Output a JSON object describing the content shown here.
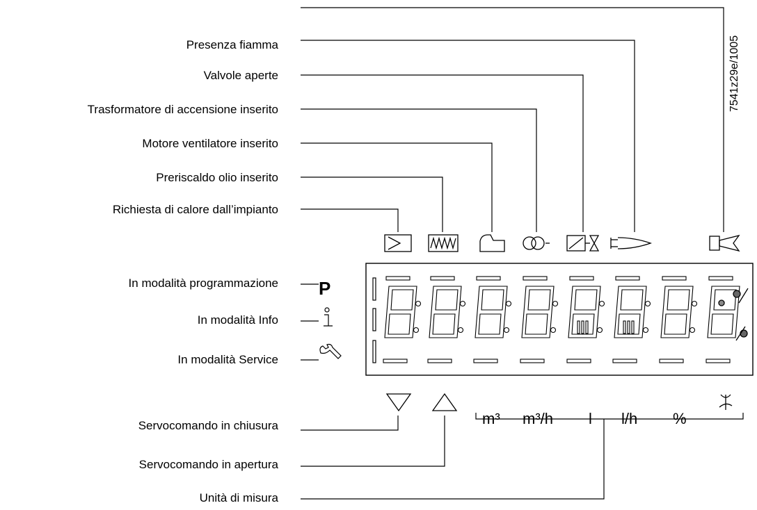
{
  "document_code": "7541z29e/1005",
  "labels": {
    "flame": "Presenza fiamma",
    "valves": "Valvole aperte",
    "ignition": "Trasformatore di accensione inserito",
    "fan": "Motore ventilatore inserito",
    "oil_preheat": "Preriscaldo olio inserito",
    "heat_request": "Richiesta di calore dall’impianto",
    "programming": "In modalità programmazione",
    "info": "In modalità Info",
    "service": "In modalità Service",
    "actuator_close": "Servocomando in chiusura",
    "actuator_open": "Servocomando in apertura",
    "units": "Unità di misura"
  },
  "mode_letter": "P",
  "info_glyph": "i",
  "unit_labels": [
    "m³",
    "m³/h",
    "l",
    "l/h",
    "%"
  ],
  "icons": [
    "heat-request-icon",
    "oil-preheater-icon",
    "fan-motor-icon",
    "ignition-transformer-icon",
    "fuel-valve-icon",
    "flame-icon",
    "alarm-horn-icon",
    "programming-mode-icon",
    "info-mode-icon",
    "service-wrench-icon",
    "arrow-down-icon",
    "arrow-up-icon",
    "special-unit-icon"
  ]
}
